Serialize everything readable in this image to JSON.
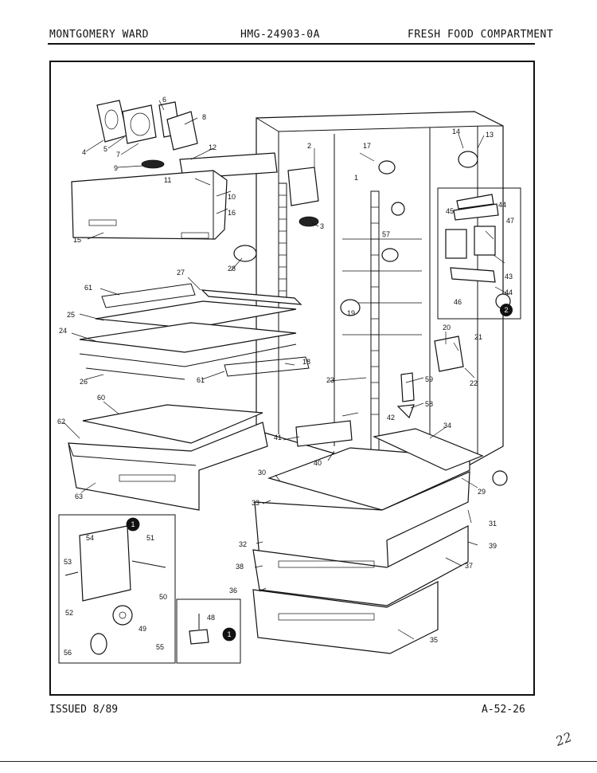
{
  "header": {
    "brand": "MONTGOMERY WARD",
    "model": "HMG-24903-0A",
    "section": "FRESH FOOD COMPARTMENT"
  },
  "footer": {
    "issued": "ISSUED 8/89",
    "page_code": "A-52-26",
    "handwritten_note": "22"
  },
  "diagram": {
    "callouts": [
      "1",
      "2",
      "3",
      "4",
      "5",
      "6",
      "7",
      "8",
      "9",
      "10",
      "11",
      "12",
      "13",
      "14",
      "15",
      "16",
      "17",
      "18",
      "19",
      "20",
      "21",
      "22",
      "23",
      "24",
      "25",
      "26",
      "27",
      "28",
      "29",
      "30",
      "31",
      "32",
      "33",
      "34",
      "35",
      "36",
      "37",
      "38",
      "39",
      "40",
      "41",
      "42",
      "43",
      "44",
      "45",
      "46",
      "47",
      "48",
      "49",
      "50",
      "51",
      "52",
      "53",
      "54",
      "55",
      "56",
      "57",
      "58",
      "59",
      "60",
      "61",
      "62",
      "63"
    ],
    "badges": {
      "b1": "1",
      "b2": "2"
    }
  }
}
